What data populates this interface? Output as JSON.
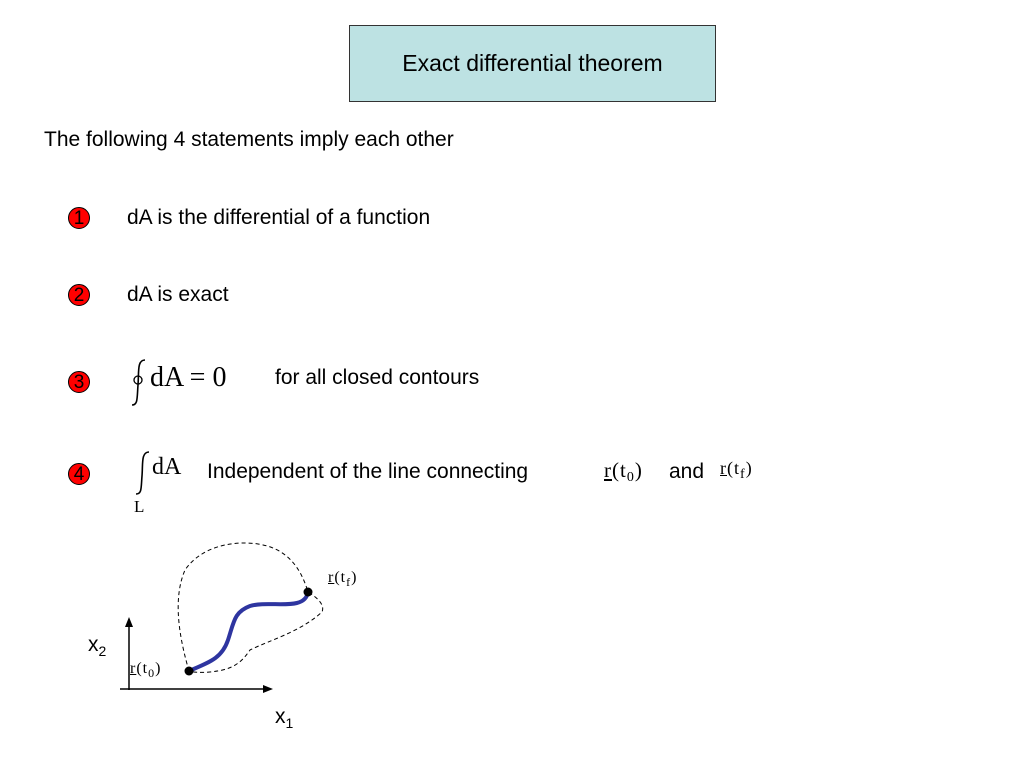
{
  "title": "Exact differential theorem",
  "intro": "The following 4 statements imply each other",
  "statements": [
    {
      "number": "1",
      "text": "dA is the differential of a function"
    },
    {
      "number": "2",
      "text": "dA is exact"
    },
    {
      "number": "3",
      "math": "dA = 0",
      "text": "for all closed contours"
    },
    {
      "number": "4",
      "math": "dA",
      "limit": "L",
      "text": "Independent of the line connecting",
      "connector": "and"
    }
  ],
  "symbols": {
    "r": "r",
    "t": "t",
    "open": "(",
    "close": ")",
    "sub_zero": "0",
    "sub_final": "f"
  },
  "diagram": {
    "x_axis_label": "x",
    "x_axis_sub": "1",
    "y_axis_label": "x",
    "y_axis_sub": "2",
    "path_color": "#2e35a0",
    "badge_color": "#ff0000",
    "title_bg": "#bde2e3"
  }
}
